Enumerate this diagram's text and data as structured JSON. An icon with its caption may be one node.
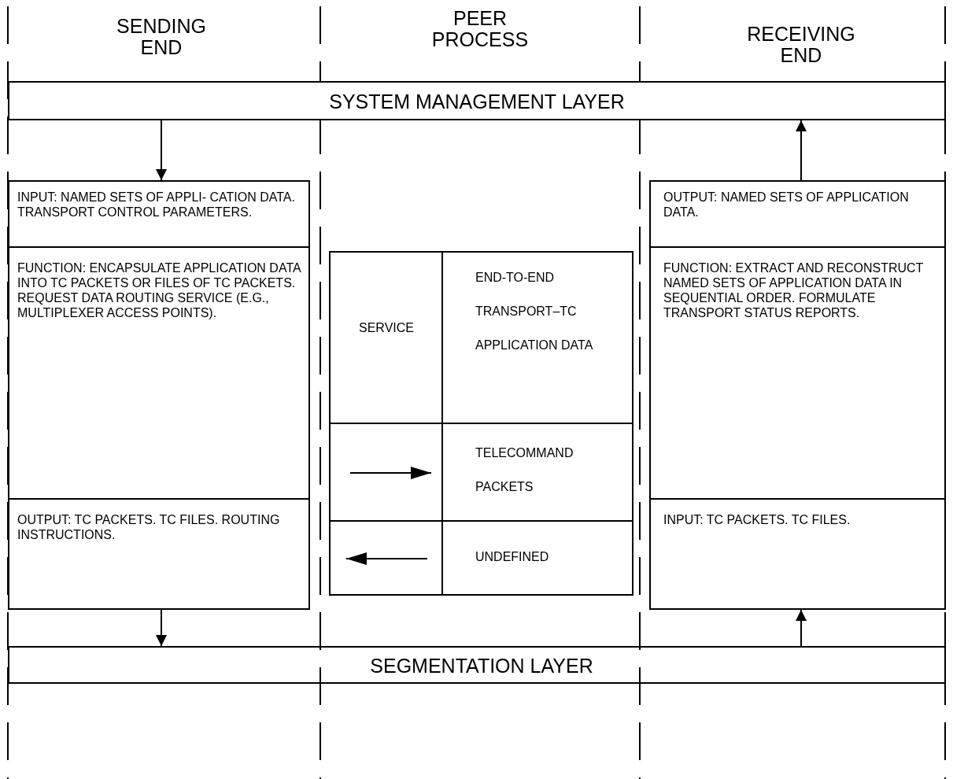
{
  "diagram": {
    "nodes": [
      {
        "text": [
          "SYSTEM MANAGEMENT LAYER"
        ]
      },
      {
        "text": [
          "INPUT: NAMED SETS OF APPLI- CATION DATA. TRANSPORT CONTROL PARAMETERS."
        ]
      },
      {
        "text": [
          "FUNCTION: ENCAPSULATE APPLICATION DATA INTO TC PACKETS OR FILES OF TC PACKETS. REQUEST DATA ROUTING SERVICE (E.G., MULTIPLEXER ACCESS POINTS)."
        ]
      },
      {
        "text": [
          "OUTPUT: TC PACKETS. TC FILES. ROUTING INSTRUCTIONS."
        ]
      },
      {
        "text": [],
        "shape": "box"
      },
      {
        "text": [
          "SERVICE"
        ],
        "in": 4
      },
      {
        "text": [
          "END-TO-END TRANSPORT–TC APPLICATION DATA"
        ],
        "in": 4
      },
      {
        "text": [
          "TELECOMMAND PACKETS"
        ],
        "in": 4
      },
      {
        "text": [
          "UNDEFINED"
        ],
        "in": 4
      },
      {
        "text": [
          "OUTPUT: NAMED SETS OF APPLICATION DATA."
        ]
      },
      {
        "text": [
          "FUNCTION: EXTRACT AND RECONSTRUCT NAMED SETS OF APPLICATION DATA IN SEQUENTIAL ORDER. FORMULATE TRANSPORT STATUS REPORTS."
        ]
      },
      {
        "text": [
          "INPUT: TC PACKETS. TC FILES."
        ]
      },
      {
        "text": [
          "SEGMENTATION LAYER"
        ]
      }
    ],
    "edges": [
      {
        "from": 0,
        "to": 1,
        "arrow": "to"
      },
      {
        "from": 3,
        "to": 12,
        "arrow": "to"
      },
      {
        "from": 9,
        "to": 0,
        "arrow": "to"
      },
      {
        "from": 12,
        "to": 11,
        "arrow": "to"
      }
    ],
    "labels": [
      "SENDING END",
      "PEER PROCESS",
      "RECEIVING END"
    ]
  }
}
